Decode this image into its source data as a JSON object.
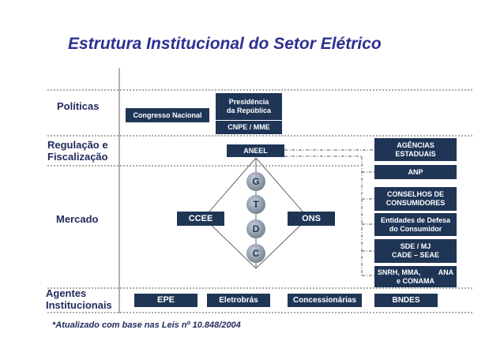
{
  "title": "Estrutura Institucional do Setor Elétrico",
  "rows": {
    "politicas": "Políticas",
    "regulacao_line1": "Regulação e",
    "regulacao_line2": "Fiscalização",
    "mercado": "Mercado",
    "agentes_line1": "Agentes",
    "agentes_line2": "Institucionais"
  },
  "boxes": {
    "congresso": "Congresso Nacional",
    "presidencia_line1": "Presidência",
    "presidencia_line2": "da República",
    "cnpe": "CNPE / MME",
    "aneel": "ANEEL",
    "ccee": "CCEE",
    "ons": "ONS",
    "epe": "EPE",
    "eletrobras": "Eletrobrás",
    "concessionarias": "Concessionárias",
    "bndes": "BNDES"
  },
  "gtdc": [
    "G",
    "T",
    "D",
    "C"
  ],
  "right_boxes": {
    "agencias_line1": "AGÊNCIAS",
    "agencias_line2": "ESTADUAIS",
    "anp": "ANP",
    "conselhos_line1": "CONSELHOS DE",
    "conselhos_line2": "CONSUMIDORES",
    "entidades_line1": "Entidades de Defesa",
    "entidades_line2": "do Consumidor",
    "sde_line1": "SDE / MJ",
    "sde_line2": "CADE – SEAE",
    "snrh_line1": "SNRH, MMA,         ANA",
    "snrh_line2": "e CONAMA"
  },
  "footnote": "*Atualizado com base nas Leis nº 10.848/2004",
  "colors": {
    "box": "#1f3556",
    "title": "#2e3091",
    "label": "#1f2a5c"
  }
}
